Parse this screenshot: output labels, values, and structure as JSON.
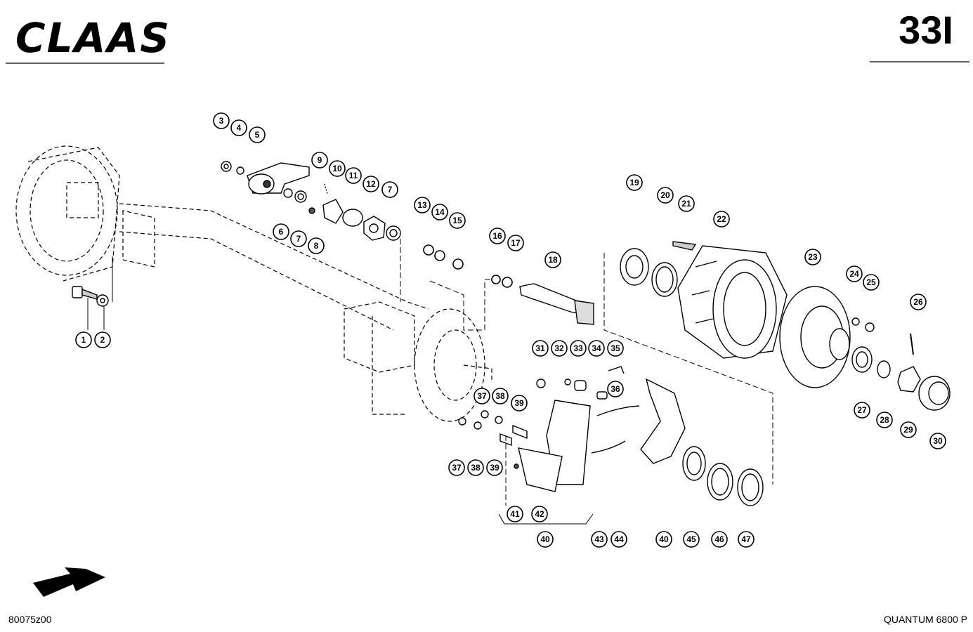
{
  "header": {
    "logo_text": "CLAAS",
    "page_number": "33I"
  },
  "footer": {
    "drawing_id": "80075z00",
    "model": "QUANTUM 6800 P"
  },
  "callouts": [
    {
      "id": "1",
      "label": "1"
    },
    {
      "id": "2",
      "label": "2"
    },
    {
      "id": "3",
      "label": "3"
    },
    {
      "id": "4",
      "label": "4"
    },
    {
      "id": "5",
      "label": "5"
    },
    {
      "id": "6",
      "label": "6"
    },
    {
      "id": "7a",
      "label": "7"
    },
    {
      "id": "8",
      "label": "8"
    },
    {
      "id": "9",
      "label": "9"
    },
    {
      "id": "10",
      "label": "10"
    },
    {
      "id": "11",
      "label": "11"
    },
    {
      "id": "12",
      "label": "12"
    },
    {
      "id": "7b",
      "label": "7"
    },
    {
      "id": "13",
      "label": "13"
    },
    {
      "id": "14",
      "label": "14"
    },
    {
      "id": "15",
      "label": "15"
    },
    {
      "id": "16",
      "label": "16"
    },
    {
      "id": "17",
      "label": "17"
    },
    {
      "id": "18",
      "label": "18"
    },
    {
      "id": "19",
      "label": "19"
    },
    {
      "id": "20",
      "label": "20"
    },
    {
      "id": "21",
      "label": "21"
    },
    {
      "id": "22",
      "label": "22"
    },
    {
      "id": "23",
      "label": "23"
    },
    {
      "id": "24",
      "label": "24"
    },
    {
      "id": "25",
      "label": "25"
    },
    {
      "id": "26",
      "label": "26"
    },
    {
      "id": "27",
      "label": "27"
    },
    {
      "id": "28",
      "label": "28"
    },
    {
      "id": "29",
      "label": "29"
    },
    {
      "id": "30",
      "label": "30"
    },
    {
      "id": "31",
      "label": "31"
    },
    {
      "id": "32",
      "label": "32"
    },
    {
      "id": "33",
      "label": "33"
    },
    {
      "id": "34",
      "label": "34"
    },
    {
      "id": "35",
      "label": "35"
    },
    {
      "id": "36",
      "label": "36"
    },
    {
      "id": "37a",
      "label": "37"
    },
    {
      "id": "38a",
      "label": "38"
    },
    {
      "id": "39a",
      "label": "39"
    },
    {
      "id": "37b",
      "label": "37"
    },
    {
      "id": "38b",
      "label": "38"
    },
    {
      "id": "39b",
      "label": "39"
    },
    {
      "id": "40a",
      "label": "40"
    },
    {
      "id": "40b",
      "label": "40"
    },
    {
      "id": "41",
      "label": "41"
    },
    {
      "id": "42",
      "label": "42"
    },
    {
      "id": "43",
      "label": "43"
    },
    {
      "id": "44",
      "label": "44"
    },
    {
      "id": "45",
      "label": "45"
    },
    {
      "id": "46",
      "label": "46"
    },
    {
      "id": "47",
      "label": "47"
    }
  ]
}
